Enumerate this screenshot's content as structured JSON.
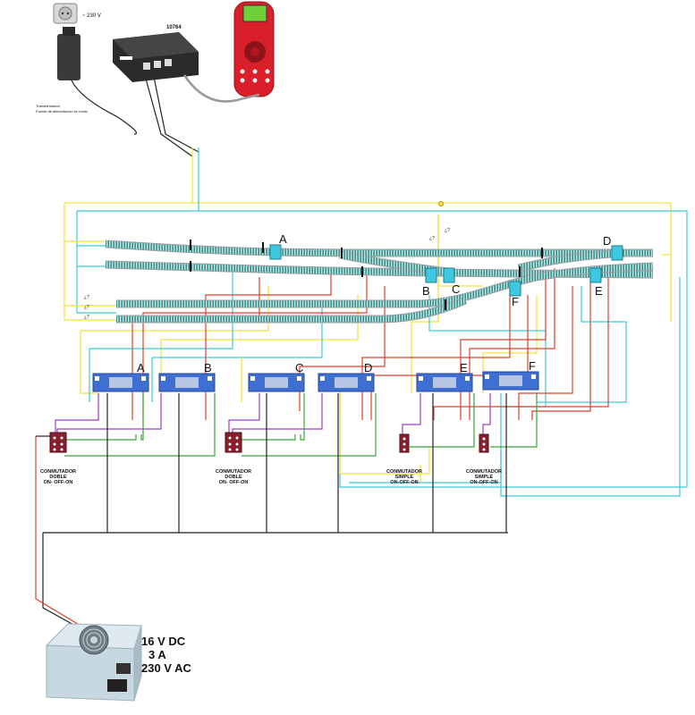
{
  "supply": {
    "outlet_voltage": "~ 230 V",
    "transformer_caption_1": "Transformador/",
    "transformer_caption_2": "Fuente de alimentación en modo"
  },
  "controller": {
    "model": "10764"
  },
  "turnouts": {
    "track_labels": [
      "A",
      "B",
      "C",
      "D",
      "E",
      "F"
    ],
    "decoder_labels": [
      "A",
      "B",
      "C",
      "D",
      "E",
      "F"
    ],
    "question_mark": "¿?"
  },
  "switches": [
    {
      "line1": "CONMUTADOR",
      "line2": "DOBLE",
      "line3": "ON- OFF-ON"
    },
    {
      "line1": "CONMUTADOR",
      "line2": "DOBLE",
      "line3": "ON- OFF-ON"
    },
    {
      "line1": "CONMUTADOR",
      "line2": "SIMPLE",
      "line3": "ON-OFF-ON"
    },
    {
      "line1": "CONMUTADOR",
      "line2": "SIMPLE",
      "line3": "ON-OFF-ON"
    }
  ],
  "power_supply": {
    "line1": "16 V DC",
    "line2": "3 A",
    "line3": "230 V AC"
  },
  "colors": {
    "yellow_wire": "#f2e23a",
    "cyan_wire": "#3ec9e0",
    "red_wire": "#e0402a",
    "purple_wire": "#9b3fc0",
    "green_wire": "#3aa83a",
    "black_wire": "#222222",
    "track_rail": "#9aa0a6",
    "track_sleeper": "#3f8f8c",
    "decoder_blue": "#3f6fd1",
    "switch_body": "#8a1f2e",
    "handset_red": "#d9202a"
  }
}
